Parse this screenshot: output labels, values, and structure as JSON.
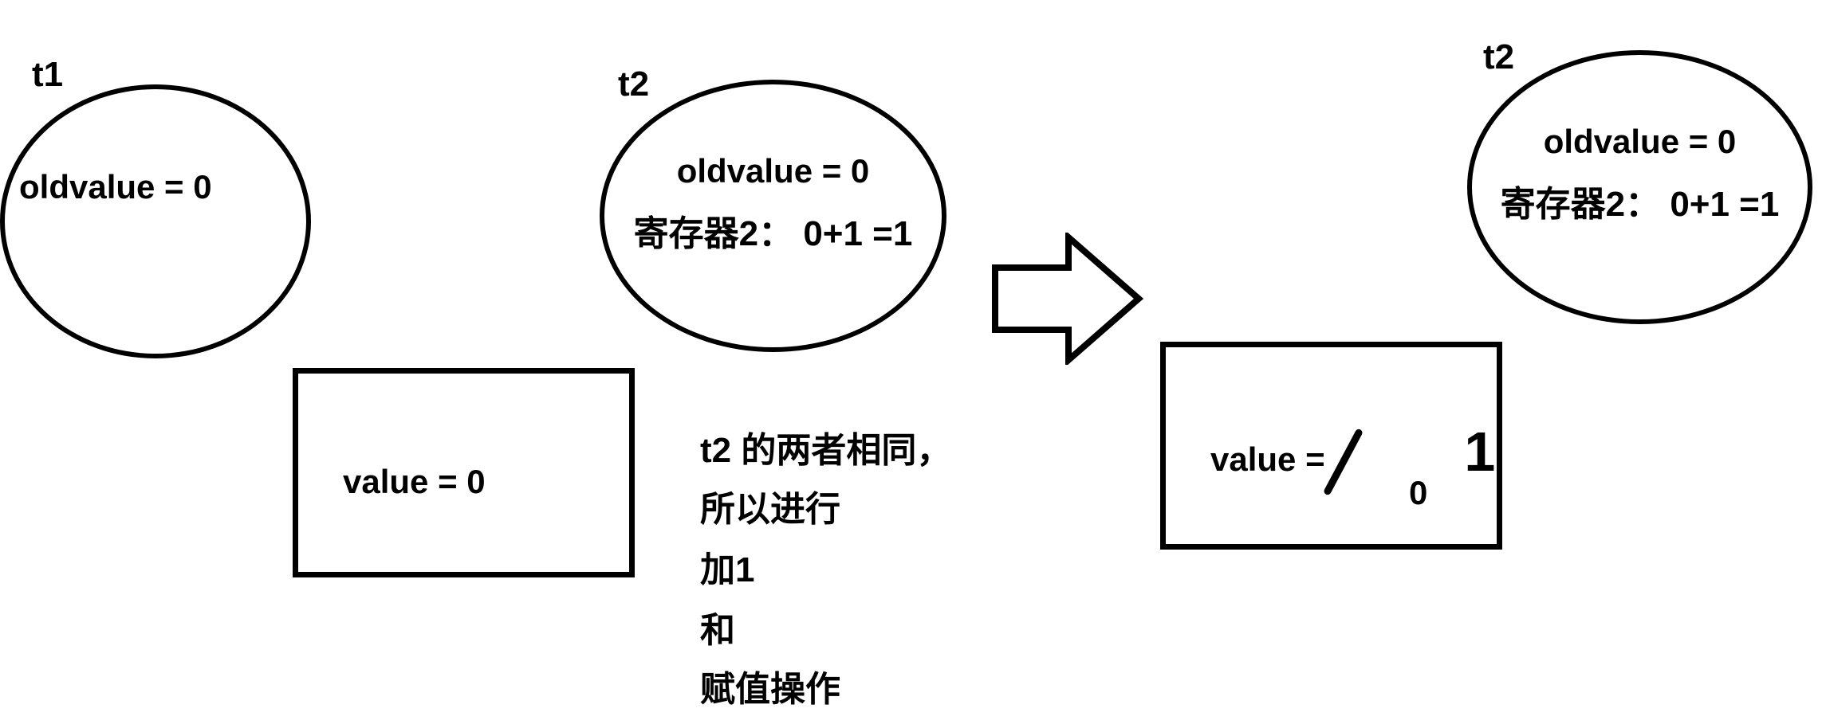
{
  "figure": {
    "background": "#ffffff",
    "ink_color": "#000000"
  },
  "icons": {
    "transition": "right-block-arrow"
  },
  "before": {
    "thread1": {
      "label": "t1",
      "line1": "oldvalue = 0"
    },
    "thread2": {
      "label": "t2",
      "line1": "oldvalue = 0",
      "line2": "寄存器2：  0+1 =1"
    },
    "memory_box": {
      "text": "value = 0"
    },
    "note_lines": [
      "t2 的两者相同，",
      "所以进行",
      "加1",
      "和",
      "赋值操作"
    ]
  },
  "after": {
    "thread2": {
      "label": "t2",
      "line1": "oldvalue = 0",
      "line2": "寄存器2：  0+1 =1"
    },
    "memory_box": {
      "prefix": "value =",
      "old_value": "0",
      "new_value": "1"
    }
  }
}
